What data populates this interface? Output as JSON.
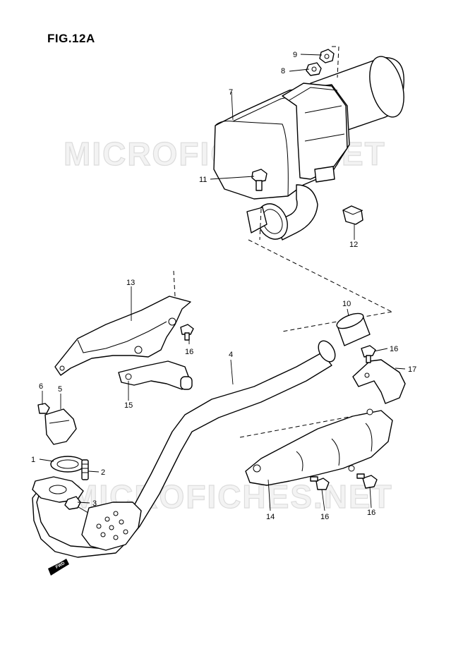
{
  "figure": {
    "title": "FIG.12A"
  },
  "watermark": {
    "text": "MICROFICHES.NET"
  },
  "fwd": {
    "label": "FWD"
  },
  "callouts": [
    {
      "id": "9",
      "label": "9"
    },
    {
      "id": "8",
      "label": "8"
    },
    {
      "id": "7",
      "label": "7"
    },
    {
      "id": "11",
      "label": "11"
    },
    {
      "id": "12",
      "label": "12"
    },
    {
      "id": "13",
      "label": "13"
    },
    {
      "id": "10",
      "label": "10"
    },
    {
      "id": "16a",
      "label": "16"
    },
    {
      "id": "16b",
      "label": "16"
    },
    {
      "id": "4",
      "label": "4"
    },
    {
      "id": "17",
      "label": "17"
    },
    {
      "id": "6",
      "label": "6"
    },
    {
      "id": "5",
      "label": "5"
    },
    {
      "id": "15",
      "label": "15"
    },
    {
      "id": "1",
      "label": "1"
    },
    {
      "id": "2",
      "label": "2"
    },
    {
      "id": "3",
      "label": "3"
    },
    {
      "id": "14",
      "label": "14"
    },
    {
      "id": "16c",
      "label": "16"
    },
    {
      "id": "16d",
      "label": "16"
    }
  ]
}
